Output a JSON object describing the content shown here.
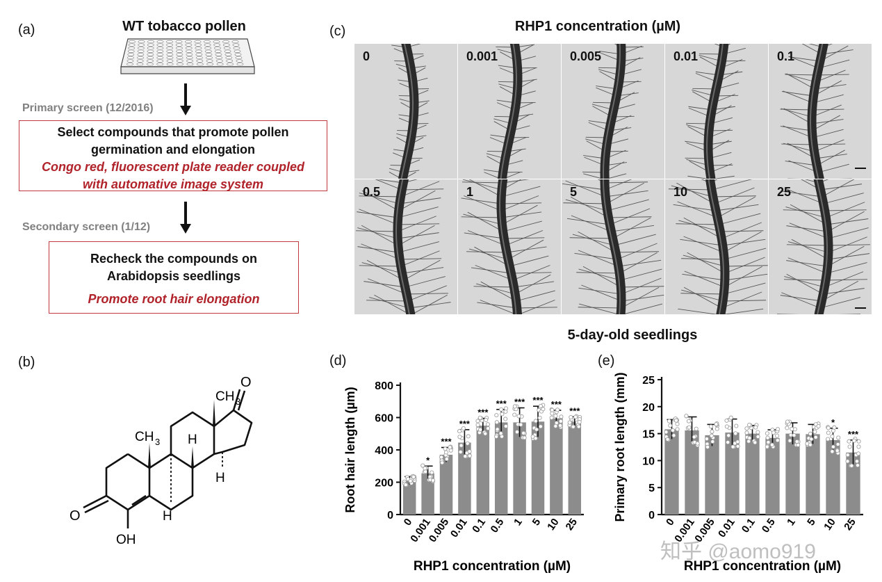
{
  "panel_a": {
    "label": "(a)",
    "title": "WT tobacco pollen",
    "primary_screen": "Primary screen (12/2016)",
    "box1": {
      "line1": "Select compounds that promote pollen",
      "line2": "germination and elongation",
      "red1": "Congo red, fluorescent plate reader coupled",
      "red2": "with automative image system"
    },
    "secondary_screen": "Secondary screen (1/12)",
    "box2": {
      "line1": "Recheck the compounds on",
      "line2": "Arabidopsis seedlings",
      "red1": "Promote root hair elongation"
    }
  },
  "panel_b": {
    "label": "(b)",
    "atoms": {
      "o_top": "O",
      "ch3_top": "CH",
      "ch3_top_sub": "3",
      "ch3_mid": "CH",
      "ch3_mid_sub": "3",
      "h1": "H",
      "h2": "H",
      "h3": "H",
      "o_left": "O",
      "oh": "OH"
    }
  },
  "panel_c": {
    "label": "(c)",
    "title": "RHP1 concentration (µM)",
    "concentrations": [
      "0",
      "0.001",
      "0.005",
      "0.01",
      "0.1",
      "0.5",
      "1",
      "5",
      "10",
      "25"
    ],
    "caption": "5-day-old seedlings"
  },
  "panel_d": {
    "label": "(d)"
  },
  "panel_e": {
    "label": "(e)"
  },
  "watermark": "知乎 @aomo919",
  "colors": {
    "bar": "#8c8c8c",
    "box_border": "#c0393f",
    "red_text": "#b1232a",
    "gray_text": "#808080"
  },
  "chart_data": [
    {
      "type": "bar",
      "categories": [
        "0",
        "0.001",
        "0.005",
        "0.01",
        "0.1",
        "0.5",
        "1",
        "5",
        "10",
        "25"
      ],
      "values": [
        210,
        255,
        370,
        445,
        550,
        570,
        570,
        575,
        595,
        575
      ],
      "errors": [
        25,
        45,
        45,
        80,
        45,
        80,
        90,
        95,
        50,
        30
      ],
      "significance": [
        "",
        "*",
        "***",
        "***",
        "***",
        "***",
        "***",
        "***",
        "***",
        "***"
      ],
      "xlabel": "RHP1 concentration (µM)",
      "ylabel": "Root hair length (µm)",
      "ylim": [
        0,
        800
      ],
      "yticks": [
        0,
        200,
        400,
        600,
        800
      ]
    },
    {
      "type": "bar",
      "categories": [
        "0",
        "0.001",
        "0.005",
        "0.01",
        "0.1",
        "0.5",
        "1",
        "5",
        "10",
        "25"
      ],
      "values": [
        15.8,
        15.6,
        14.7,
        15.2,
        15.0,
        14.2,
        15.0,
        14.9,
        13.8,
        11.5
      ],
      "errors": [
        1.8,
        2.5,
        2.0,
        2.5,
        1.5,
        1.5,
        2.0,
        1.8,
        2.2,
        2.3
      ],
      "significance": [
        "",
        "",
        "",
        "",
        "",
        "",
        "",
        "",
        "*",
        "***"
      ],
      "xlabel": "RHP1 concentration (µM)",
      "ylabel": "Primary root length (mm)",
      "ylim": [
        0,
        25
      ],
      "yticks": [
        0,
        5,
        10,
        15,
        20,
        25
      ]
    }
  ]
}
